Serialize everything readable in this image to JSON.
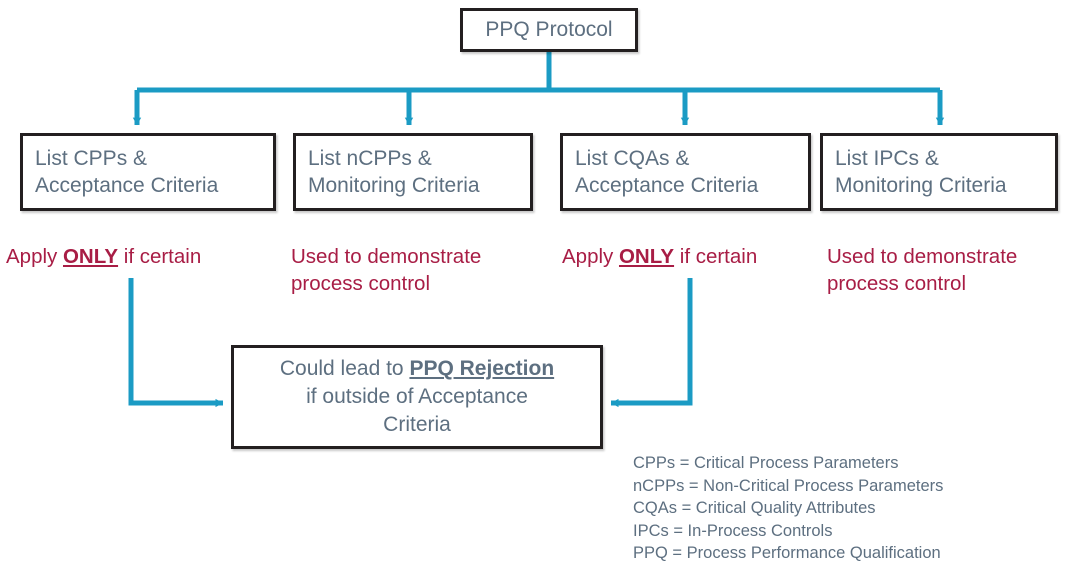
{
  "diagram": {
    "title_box": {
      "label": "PPQ Protocol"
    },
    "stage_boxes": [
      {
        "name": "cpps",
        "line1": "List CPPs &",
        "line2": "Acceptance Criteria"
      },
      {
        "name": "ncpps",
        "line1": "List nCPPs &",
        "line2": "Monitoring Criteria"
      },
      {
        "name": "cqas",
        "line1": "List CQAs &",
        "line2": "Acceptance Criteria"
      },
      {
        "name": "ipcs",
        "line1": "List IPCs &",
        "line2": "Monitoring Criteria"
      }
    ],
    "notes": [
      {
        "name": "cpps",
        "pre": "Apply ",
        "emphasis": "ONLY",
        "post": " if certain",
        "line2": ""
      },
      {
        "name": "ncpps",
        "pre": "Used to demonstrate",
        "emphasis": "",
        "post": "",
        "line2": "process control"
      },
      {
        "name": "cqas",
        "pre": "Apply ",
        "emphasis": "ONLY",
        "post": " if certain",
        "line2": ""
      },
      {
        "name": "ipcs",
        "pre": "Used to demonstrate",
        "emphasis": "",
        "post": "",
        "line2": "process control"
      }
    ],
    "outcome_box": {
      "pre": "Could lead to ",
      "emphasis": "PPQ Rejection",
      "post": "",
      "line2": "if outside of Acceptance",
      "line3": "Criteria"
    },
    "legend": [
      "CPPs = Critical Process Parameters",
      "nCPPs = Non-Critical Process Parameters",
      "CQAs = Critical Quality Attributes",
      "IPCs = In-Process Controls",
      "PPQ = Process Performance Qualification"
    ],
    "colors": {
      "connector": "#1b9bc4",
      "box_border": "#231f20",
      "box_text": "#5d6f80",
      "note_text": "#a81d45",
      "background": "#ffffff"
    }
  }
}
